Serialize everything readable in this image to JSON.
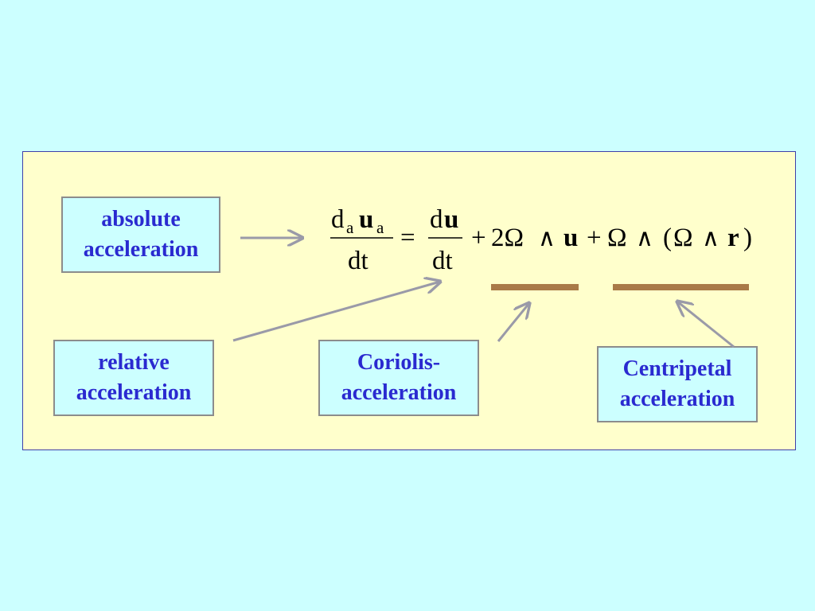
{
  "labels": {
    "absolute": [
      "absolute",
      "acceleration"
    ],
    "relative": [
      "relative",
      "acceleration"
    ],
    "coriolis": [
      "Coriolis-",
      "acceleration"
    ],
    "centripetal": [
      "Centripetal",
      "acceleration"
    ]
  },
  "equation": {
    "lhs_num_d": "d",
    "lhs_num_sub_a": "a",
    "lhs_num_u": "u",
    "lhs_num_sub_a2": "a",
    "lhs_den": "dt",
    "equals": "=",
    "rhs1_num_d": "d",
    "rhs1_num_u": "u",
    "rhs1_den": "dt",
    "plus1": "+",
    "two_omega": "2Ω",
    "wedge1": "∧",
    "u_bold": "u",
    "plus2": "+",
    "omega1": "Ω",
    "wedge2": "∧",
    "paren_open": "(",
    "omega2": "Ω",
    "wedge3": "∧",
    "r_bold": "r",
    "paren_close": ")"
  },
  "colors": {
    "background": "#ccffff",
    "panel": "#ffffcc",
    "panel_border": "#3f3fa8",
    "label_text": "#2a2ad0",
    "label_border": "#8c8c8c",
    "arrow": "#9a9aa8",
    "underline_bar": "#a97a48"
  }
}
